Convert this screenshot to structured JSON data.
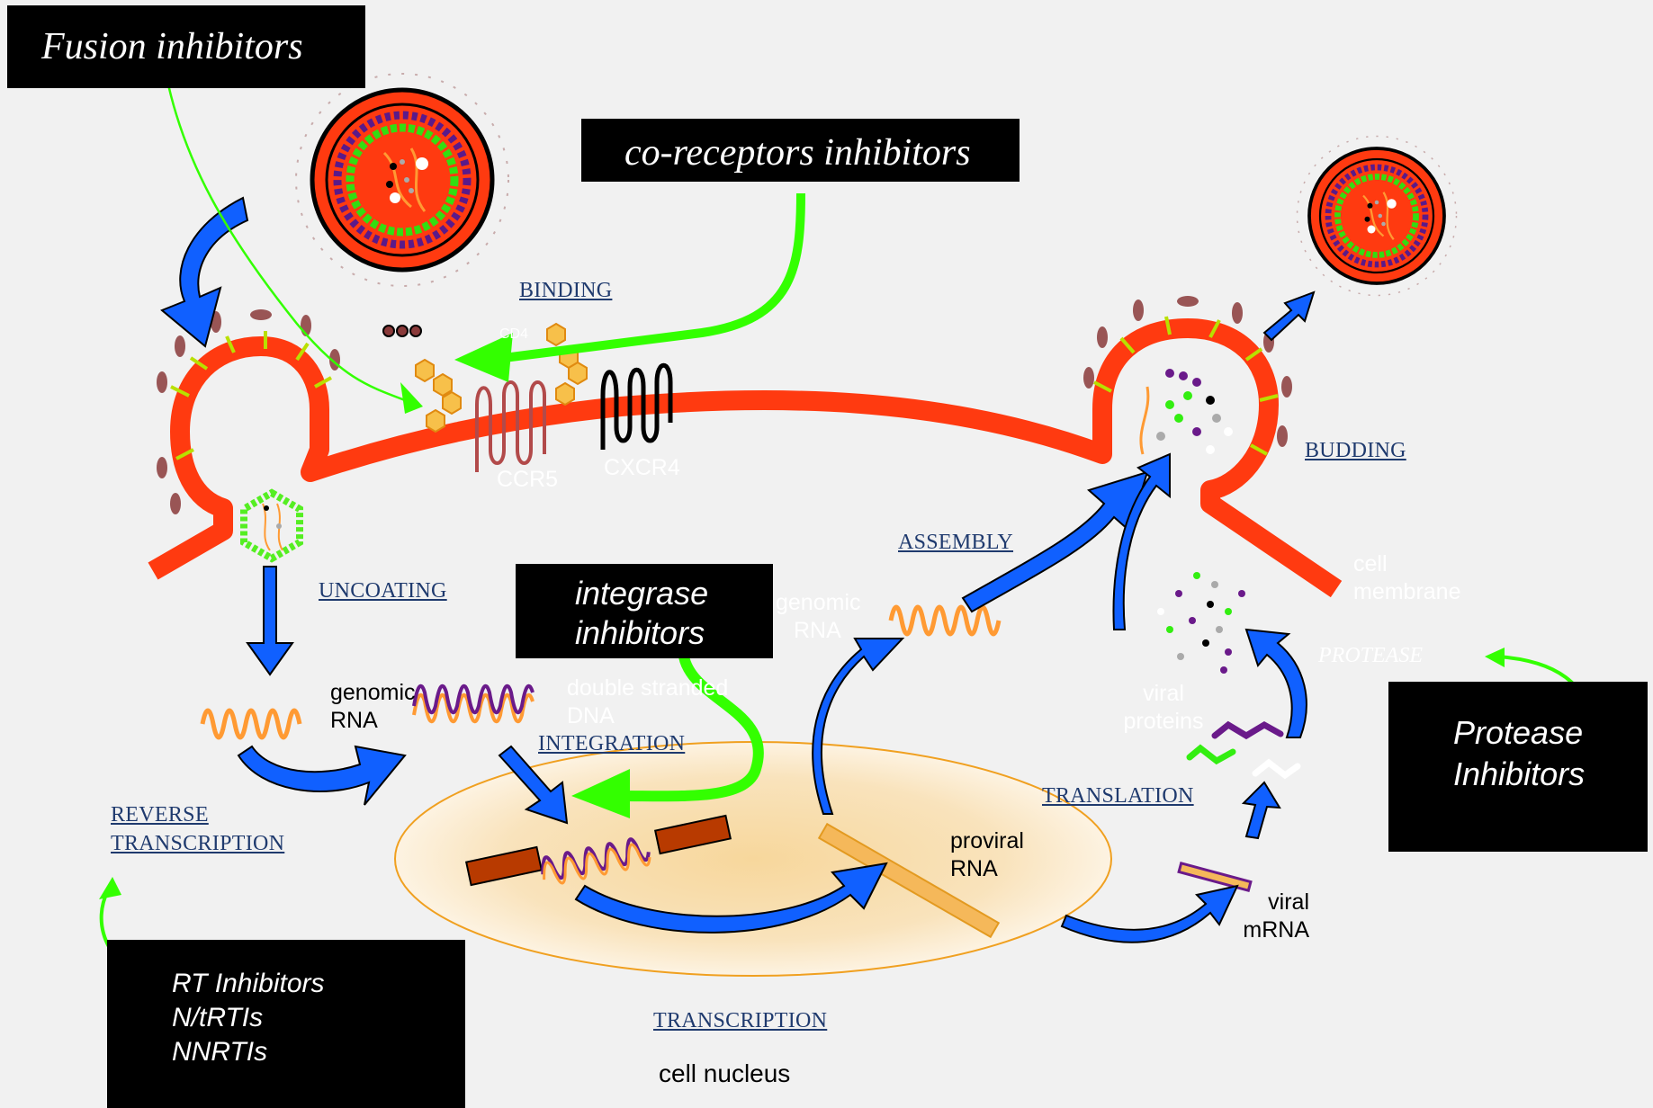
{
  "boxes": {
    "fusion": "Fusion inhibitors",
    "coreceptor": "co-receptors inhibitors",
    "integrase_line1": "integrase",
    "integrase_line2": "inhibitors",
    "protease_line1": "Protease",
    "protease_line2": "Inhibitors",
    "rt_line1": "RT Inhibitors",
    "rt_line2": "N/tRTIs",
    "rt_line3": "NNRTIs"
  },
  "steps": {
    "binding": "BINDING",
    "uncoating": "UNCOATING",
    "reverse_line1": "REVERSE",
    "reverse_line2": "TRANSCRIPTION",
    "integration": "INTEGRATION",
    "assembly": "ASSEMBLY",
    "budding": "BUDDING",
    "translation": "TRANSLATION",
    "transcription": "TRANSCRIPTION"
  },
  "labels": {
    "genomic_rna_1": "genomic",
    "genomic_rna_2": "RNA",
    "proviral_1": "proviral",
    "proviral_2": "RNA",
    "viral_mrna_1": "viral",
    "viral_mrna_2": "mRNA",
    "cell_nucleus": "cell nucleus",
    "cd4": "CD4",
    "ccr5": "CCR5",
    "cxcr4": "CXCR4",
    "cell_membrane_1": "cell",
    "cell_membrane_2": "membrane",
    "ds_dna_1": "double stranded",
    "ds_dna_2": "DNA",
    "genomic_rna_assembly_1": "genomic",
    "genomic_rna_assembly_2": "RNA",
    "viral_proteins_1": "viral",
    "viral_proteins_2": "proteins",
    "protease": "PROTEASE"
  },
  "colors": {
    "membrane": "#ff3a10",
    "step_link": "#1f3a6e",
    "flow_arrow": "#1060ff",
    "inhibitor_arrow": "#33ff00",
    "rna": "#ff9a33",
    "dna_strand": "#6a1a8a",
    "nucleus": "#f7d79c"
  }
}
